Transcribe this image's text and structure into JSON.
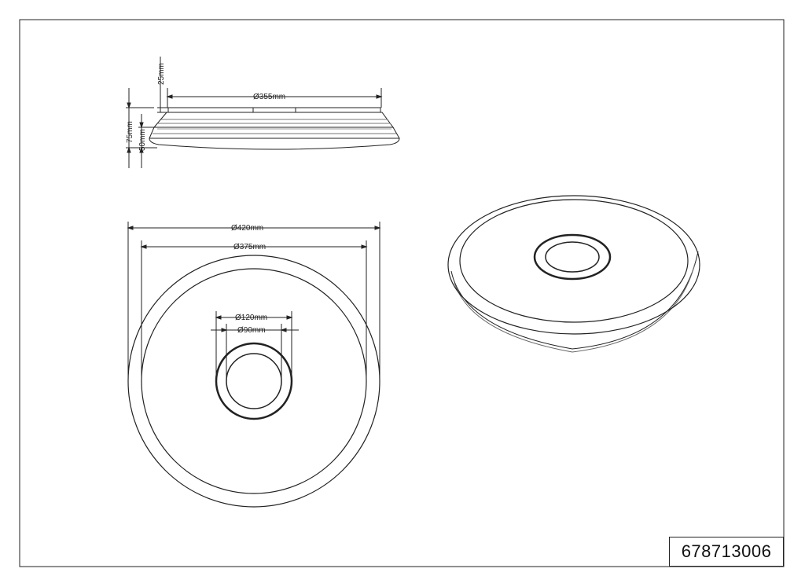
{
  "drawing": {
    "part_number": "678713006",
    "side_view": {
      "diameter_top": "Ø355mm",
      "height_top": "25mm",
      "height_total": "75mm",
      "height_body": "50mm"
    },
    "top_view": {
      "diameter_outer": "Ø420mm",
      "diameter_inner": "Ø375mm",
      "diameter_ring_outer": "Ø120mm",
      "diameter_ring_inner": "Ø90mm"
    }
  }
}
